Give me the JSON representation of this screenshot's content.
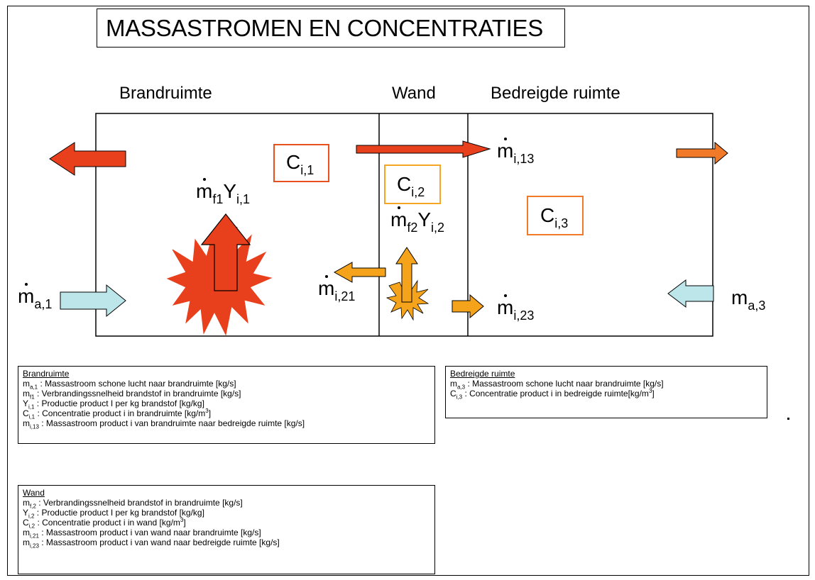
{
  "title": "MASSASTROMEN EN CONCENTRATIES",
  "regions": {
    "fire_room": "Brandruimte",
    "wall": "Wand",
    "threatened_room": "Bedreigde ruimte"
  },
  "concentrations": {
    "c1": {
      "base": "C",
      "sub": "i,1",
      "color": "#e8501e"
    },
    "c2": {
      "base": "C",
      "sub": "i,2",
      "color": "#f5a623"
    },
    "c3": {
      "base": "C",
      "sub": "i,3",
      "color": "#f07a2a"
    }
  },
  "flows": {
    "ma1": {
      "base": "m",
      "sub": "a,1"
    },
    "mf1": {
      "base": "m",
      "sub": "f1",
      "base2": "Y",
      "sub2": "i,1"
    },
    "mi13": {
      "base": "m",
      "sub": "i,13"
    },
    "mi21": {
      "base": "m",
      "sub": "i,21"
    },
    "mf2": {
      "base": "m",
      "sub": "f2",
      "base2": "Y",
      "sub2": "i,2"
    },
    "mi23": {
      "base": "m",
      "sub": "i,23"
    },
    "ma3": {
      "base": "m",
      "sub": "a,3"
    }
  },
  "colors": {
    "red": "#e8401c",
    "orange": "#f5a31a",
    "orange_dark": "#f07a2a",
    "cyan": "#bde6ea"
  },
  "legends": {
    "brandruimte": {
      "heading": "Brandruimte",
      "rows": [
        {
          "sym": "m",
          "sub": "a,1",
          "text": " : Massastroom schone  lucht naar brandruimte [kg/s]"
        },
        {
          "sym": "m",
          "sub": "f1",
          "text": "   : Verbrandingssnelheid brandstof in brandruimte [kg/s]"
        },
        {
          "sym": "Y",
          "sub": "i,1",
          "text": "    : Productie product I per kg brandstof [kg/kg]"
        },
        {
          "sym": "C",
          "sub": "i,1",
          "text": "   : Concentratie product i in brandruimte [kg/m",
          "sup": "3",
          "tail": "]"
        },
        {
          "sym": "m",
          "sub": "i,13",
          "text": " : Massastroom product i van brandruimte naar bedreigde ruimte [kg/s]"
        }
      ]
    },
    "bedreigde": {
      "heading": "Bedreigde ruimte",
      "rows": [
        {
          "sym": "m",
          "sub": "a,3",
          "text": " : Massastroom schone  lucht naar brandruimte [kg/s]"
        },
        {
          "sym": "C",
          "sub": "i,3",
          "text": "  : Concentratie product i in bedreigde ruimte[kg/m",
          "sup": "3",
          "tail": "]"
        }
      ]
    },
    "wand": {
      "heading": "Wand",
      "rows": [
        {
          "sym": "m",
          "sub": "f,2",
          "text": "  : Verbrandingssnelheid brandstof in brandruimte [kg/s]"
        },
        {
          "sym": "Y",
          "sub": "i,2",
          "text": "   : Productie product I per kg brandstof [kg/kg]"
        },
        {
          "sym": "C",
          "sub": "i,2",
          "text": "   : Concentratie product i in wand [kg/m",
          "sup": "3",
          "tail": "]"
        },
        {
          "sym": "m",
          "sub": "i,21",
          "text": " : Massastroom product i van wand naar brandruimte [kg/s]"
        },
        {
          "sym": "m",
          "sub": "i,23",
          "text": " : Massastroom product i van wand naar bedreigde ruimte [kg/s]"
        }
      ]
    }
  }
}
